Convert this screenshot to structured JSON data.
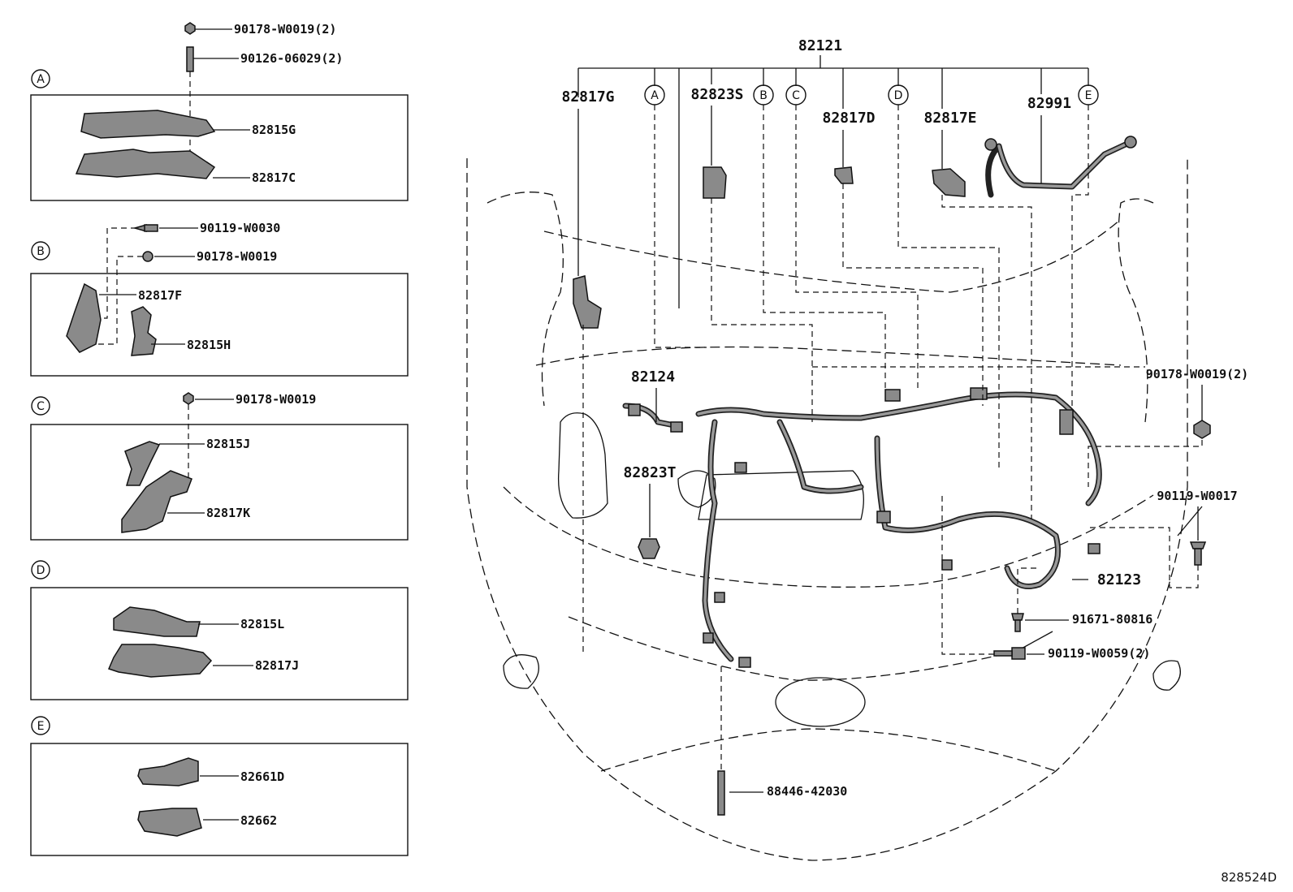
{
  "ref_code": "828524D",
  "groups": [
    {
      "id": "A",
      "parts": [
        "82815G",
        "82817C"
      ],
      "fasteners": [
        "90178-W0019(2)",
        "90126-06029(2)"
      ]
    },
    {
      "id": "B",
      "parts": [
        "82817F",
        "82815H"
      ],
      "fasteners": [
        "90119-W0030",
        "90178-W0019"
      ]
    },
    {
      "id": "C",
      "parts": [
        "82815J",
        "82817K"
      ],
      "fasteners": [
        "90178-W0019"
      ]
    },
    {
      "id": "D",
      "parts": [
        "82815L",
        "82817J"
      ],
      "fasteners": []
    },
    {
      "id": "E",
      "parts": [
        "82661D",
        "82662"
      ],
      "fasteners": []
    }
  ],
  "main": {
    "harness": "82121",
    "top_parts": [
      "82817G",
      "82823S",
      "82817D",
      "82817E",
      "82991"
    ],
    "callouts": [
      "A",
      "B",
      "C",
      "D",
      "E"
    ],
    "engine_parts": [
      "82124",
      "82823T",
      "82123"
    ],
    "fasteners": [
      "90178-W0019(2)",
      "90119-W0017",
      "91671-80816",
      "90119-W0059(2)",
      "88446-42030"
    ]
  }
}
